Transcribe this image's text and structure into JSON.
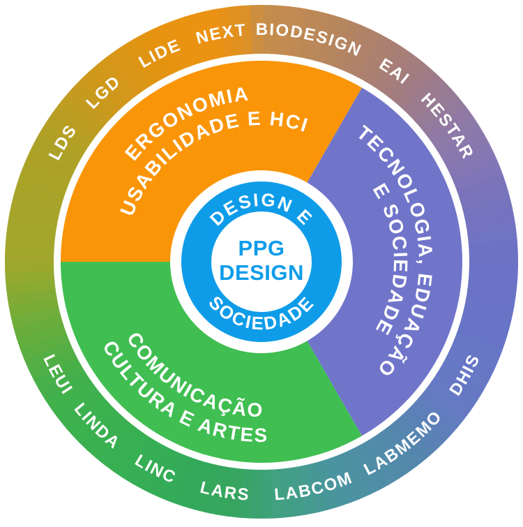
{
  "diagram": {
    "center": {
      "line1": "PPG",
      "line2": "DESIGN",
      "circle_color": "#0E9CE9",
      "text_color": "#0E9CE9",
      "ring": {
        "top_text": "DESIGN E",
        "bottom_text": "SOCIEDADE",
        "text_color": "#FFFFFF"
      }
    },
    "segments": [
      {
        "id": "ergonomia-usabilidade-hci",
        "color": "#FA9508",
        "orientation": "top",
        "start_angle": 180,
        "end_angle": 60,
        "lines": [
          {
            "text": "ERGONOMIA",
            "radius": 232,
            "angle": 118
          },
          {
            "text": "USABILIDADE E HCI",
            "radius": 196,
            "angle": 116
          }
        ]
      },
      {
        "id": "tecnologia-educacao-sociedade",
        "color": "#7075CA",
        "orientation": "top",
        "start_angle": 60,
        "end_angle": -60,
        "lines": [
          {
            "text": "TECNOLOGIA, EDUAÇÃO",
            "radius": 226,
            "angle": 5
          },
          {
            "text": "E SOCIEDADE",
            "radius": 190,
            "angle": 1
          }
        ]
      },
      {
        "id": "comunicacao-cultura-artes",
        "color": "#40BE52",
        "orientation": "bottom",
        "start_angle": -60,
        "end_angle": -180,
        "lines": [
          {
            "text": "COMUNICAÇÃO",
            "radius": 222,
            "angle": -120
          },
          {
            "text": "CULTURA E ARTES",
            "radius": 258,
            "angle": -120
          }
        ]
      }
    ],
    "outer_ring": {
      "label_color": "#FFFFFF",
      "labels_top": [
        {
          "text": "LDS",
          "angle": 149
        },
        {
          "text": "LGD",
          "angle": 133
        },
        {
          "text": "LIDE",
          "angle": 116
        },
        {
          "text": "NEXT",
          "angle": 100
        },
        {
          "text": "BIODESIGN",
          "angle": 78
        },
        {
          "text": "EAI",
          "angle": 55
        },
        {
          "text": "HESTAR",
          "angle": 36
        }
      ],
      "labels_bottom": [
        {
          "text": "DHIS",
          "angle": -29
        },
        {
          "text": "LABMEMO",
          "angle": -52
        },
        {
          "text": "LABCOM",
          "angle": -77
        },
        {
          "text": "LARS",
          "angle": -99
        },
        {
          "text": "LINC",
          "angle": -117
        },
        {
          "text": "LINDA",
          "angle": -135
        },
        {
          "text": "LEUI",
          "angle": -151
        }
      ],
      "gradient_stops": [
        [
          0,
          "#C68E4A"
        ],
        [
          20,
          "#B58560"
        ],
        [
          38,
          "#A37D7E"
        ],
        [
          55,
          "#8F7AA6"
        ],
        [
          72,
          "#7B74BC"
        ],
        [
          90,
          "#6C72C6"
        ],
        [
          108,
          "#6875C6"
        ],
        [
          125,
          "#6679C4"
        ],
        [
          142,
          "#5487AC"
        ],
        [
          160,
          "#4B93A1"
        ],
        [
          176,
          "#41A182"
        ],
        [
          186,
          "#37A560"
        ],
        [
          200,
          "#33AA58"
        ],
        [
          215,
          "#37B052"
        ],
        [
          235,
          "#3FB14D"
        ],
        [
          241,
          "#48B049"
        ],
        [
          256,
          "#6FAD3A"
        ],
        [
          270,
          "#A0A72C"
        ],
        [
          300,
          "#AFA127"
        ],
        [
          318,
          "#CF981B"
        ],
        [
          335,
          "#E69310"
        ],
        [
          348,
          "#EC9212"
        ],
        [
          356,
          "#DC9026"
        ],
        [
          360,
          "#C68E4A"
        ]
      ]
    }
  }
}
